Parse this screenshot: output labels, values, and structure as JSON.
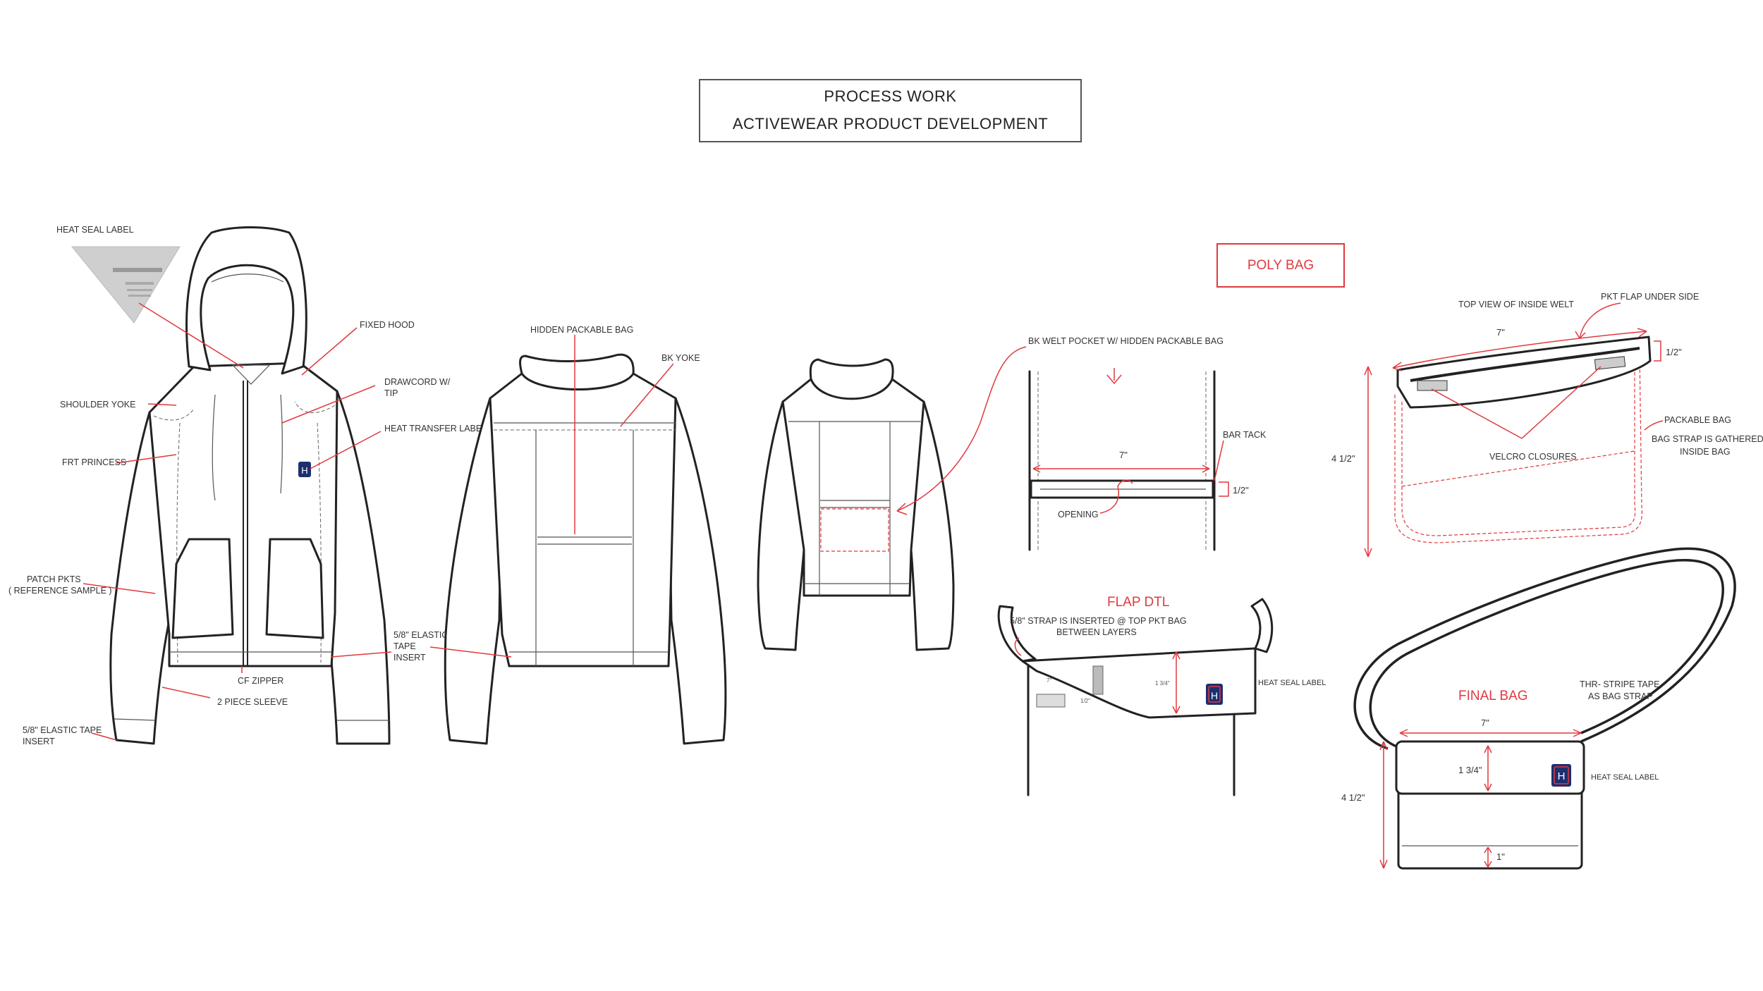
{
  "header": {
    "line1": "PROCESS WORK",
    "line2": "ACTIVEWEAR PRODUCT DEVELOPMENT"
  },
  "poly_bag": "POLY BAG",
  "logo_letter": "H",
  "front": {
    "heat_seal_label": "HEAT SEAL LABEL",
    "fixed_hood": "FIXED HOOD",
    "drawcord_1": "DRAWCORD W/",
    "drawcord_2": "TIP",
    "shoulder_yoke": "SHOULDER YOKE",
    "heat_transfer_label": "HEAT TRANSFER LABEL",
    "frt_princess": "FRT PRINCESS",
    "patch_pkts_1": "PATCH PKTS",
    "patch_pkts_2": "( REFERENCE SAMPLE )",
    "elastic_1": "5/8\" ELASTIC",
    "elastic_2": "TAPE",
    "elastic_3": "INSERT",
    "cf_zipper": "CF ZIPPER",
    "two_piece_sleeve": "2 PIECE SLEEVE",
    "elastic_tape_1": "5/8\" ELASTIC TAPE",
    "elastic_tape_2": "INSERT"
  },
  "back": {
    "hidden_packable_bag": "HIDDEN PACKABLE BAG",
    "bk_yoke": "BK YOKE"
  },
  "welt": {
    "title": "BK WELT POCKET W/ HIDDEN PACKABLE BAG",
    "bar_tack": "BAR TACK",
    "width": "7\"",
    "height": "1/2\"",
    "opening": "OPENING"
  },
  "flap": {
    "title": "FLAP DTL",
    "strap_1": "5/8\" STRAP IS INSERTED @ TOP PKT BAG",
    "strap_2": "BETWEEN LAYERS",
    "heat_seal": "HEAT SEAL LABEL",
    "small_w": "7\"",
    "small_h": "1/2\"",
    "small_d": "1 3/4\""
  },
  "topview": {
    "title": "TOP VIEW OF INSIDE WELT",
    "pkt_flap": "PKT FLAP UNDER SIDE",
    "width": "7\"",
    "height": "1/2\"",
    "depth": "4 1/2\"",
    "velcro": "VELCRO CLOSURES",
    "packable": "PACKABLE BAG",
    "strap_1": "BAG STRAP IS GATHERED",
    "strap_2": "INSIDE BAG"
  },
  "final": {
    "title": "FINAL BAG",
    "stripe_1": "THR- STRIPE TAPE",
    "stripe_2": "AS BAG STRAP",
    "width": "7\"",
    "flap": "1 3/4\"",
    "height": "4 1/2\"",
    "bottom": "1\"",
    "heat_seal": "HEAT SEAL LABEL"
  },
  "colors": {
    "accent": "#e0393e",
    "logo": "#1d2f6f",
    "line": "#222222"
  }
}
